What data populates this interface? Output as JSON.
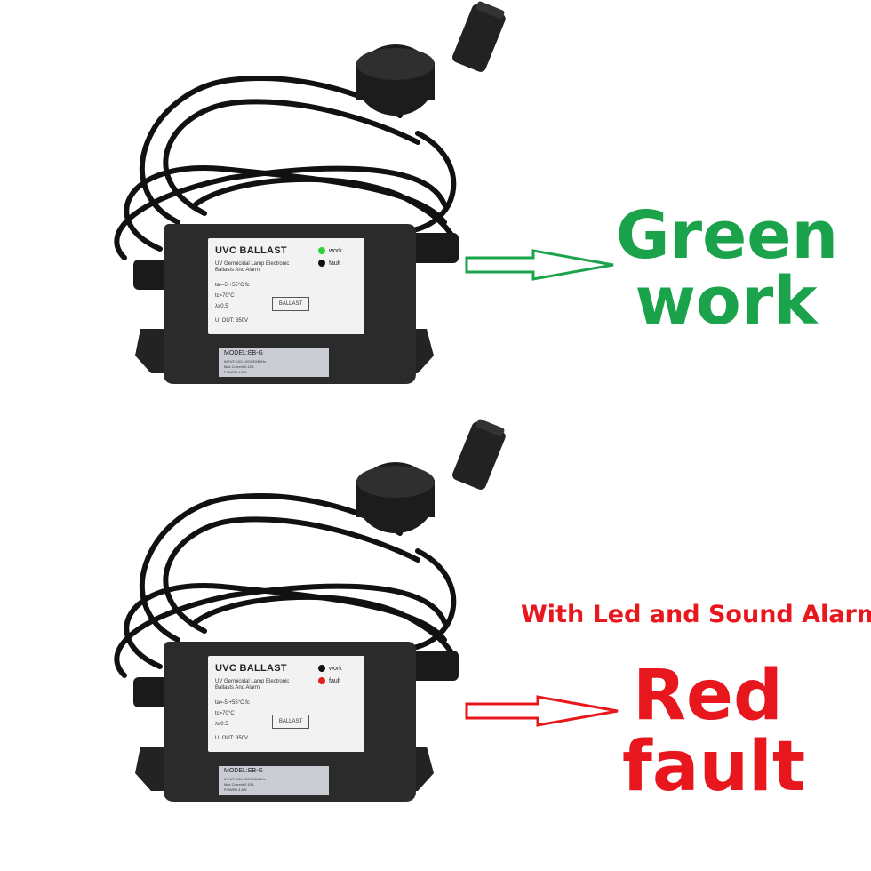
{
  "top_panel": {
    "card_title": "UVC BALLAST",
    "card_line1": "UV Germicidal Lamp Electronic",
    "card_line2": "Ballasts And  Alarm",
    "card_spec1": "ta=-5    +55°C      fc",
    "card_spec2": "tc=70°C",
    "card_spec3": "λ≥0.5",
    "card_spec4": "U: OUT: 350V",
    "card_box": "BALLAST",
    "led_work_label": "work",
    "led_fault_label": "fault",
    "model_title": "MODEL:EB-G",
    "model_line1": "INPUT: 100-120V 50/60Hz",
    "model_line2": "Max Current 0.15A",
    "model_line3": "POWER 4.8W",
    "work_led_color": "#2bd43b",
    "fault_led_color": "#111111"
  },
  "bottom_panel": {
    "card_title": "UVC BALLAST",
    "card_line1": "UV Germicidal Lamp Electronic",
    "card_line2": "Ballasts And  Alarm",
    "card_spec1": "ta=-5    +55°C      fc",
    "card_spec2": "tc=70°C",
    "card_spec3": "λ≥0.5",
    "card_spec4": "U: OUT: 350V",
    "card_box": "BALLAST",
    "led_work_label": "work",
    "led_fault_label": "fault",
    "model_title": "MODEL:EB-G",
    "model_line1": "INPUT: 100-120V 50/60Hz",
    "model_line2": "Max Current 0.15A",
    "model_line3": "POWER 4.8W",
    "work_led_color": "#111111",
    "fault_led_color": "#e02020"
  },
  "captions": {
    "green_line1": "Green",
    "green_line2": "work",
    "alarm": "With Led and Sound Alarm",
    "red_line1": "Red",
    "red_line2": "fault"
  },
  "colors": {
    "green": "#1aa34a",
    "red": "#e8171d",
    "device_body": "#2b2b2b"
  }
}
